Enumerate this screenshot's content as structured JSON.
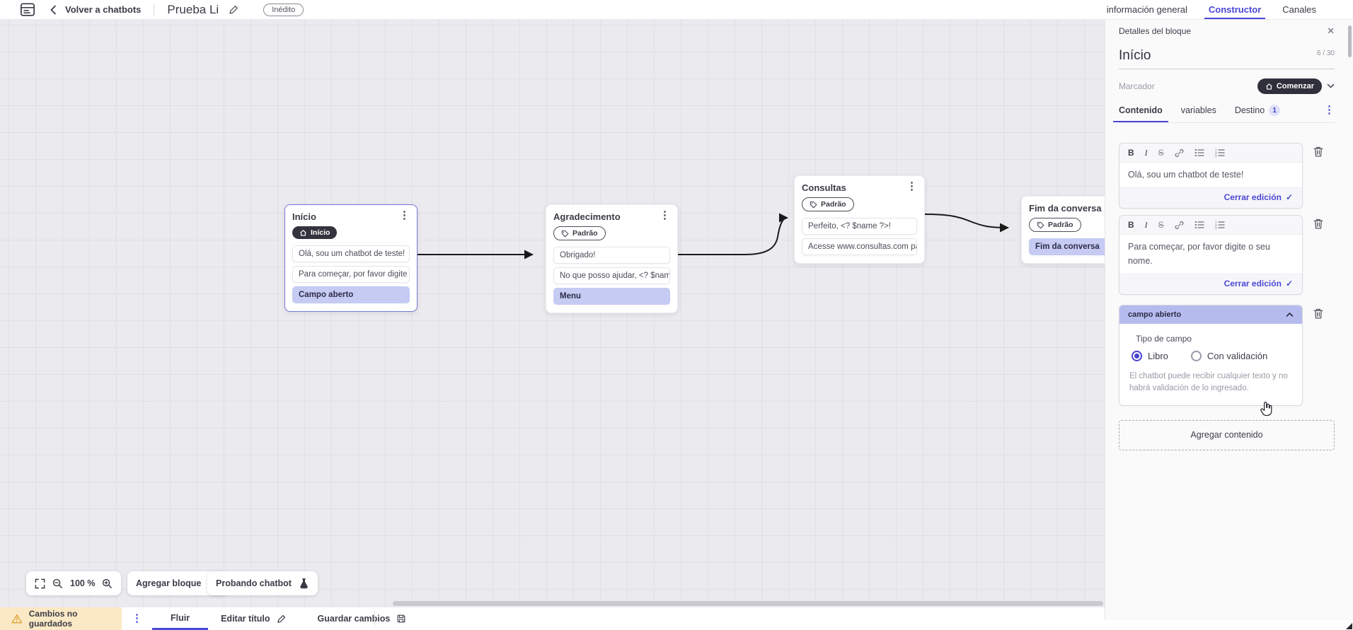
{
  "topbar": {
    "back_label": "Volver a chatbots",
    "title": "Prueba Li",
    "status_badge": "Inédito",
    "tabs": [
      {
        "label": "información general",
        "active": false
      },
      {
        "label": "Constructor",
        "active": true
      },
      {
        "label": "Canales",
        "active": false
      }
    ]
  },
  "canvas": {
    "zoom_level": "100 %",
    "add_block_label": "Agregar bloque",
    "test_chatbot_label": "Probando chatbot",
    "nodes": [
      {
        "title": "Início",
        "badge": "Início",
        "items": [
          {
            "text": "Olá, sou um chatbot de teste!",
            "highlight": false
          },
          {
            "text": "Para começar, por favor digite o ...",
            "highlight": false
          },
          {
            "text": "Campo aberto",
            "highlight": true
          }
        ]
      },
      {
        "title": "Agradecimento",
        "badge": "Padrão",
        "items": [
          {
            "text": "Obrigado!",
            "highlight": false
          },
          {
            "text": "No que posso ajudar, <? $name ...",
            "highlight": false
          },
          {
            "text": "Menu",
            "highlight": true
          }
        ]
      },
      {
        "title": "Consultas",
        "badge": "Padrão",
        "items": [
          {
            "text": "Perfeito, <? $name ?>!",
            "highlight": false
          },
          {
            "text": "Acesse www.consultas.com par...",
            "highlight": false
          }
        ]
      },
      {
        "title": "Fim da conversa",
        "badge": "Padrão",
        "items": [
          {
            "text": "Fim da conversa",
            "highlight": true
          }
        ]
      }
    ]
  },
  "panel": {
    "header": "Detalles del bloque",
    "block_name": "Início",
    "char_counter": "6 / 30",
    "marker_label": "Marcador",
    "marker_value": "Comenzar",
    "tabs": [
      {
        "label": "Contenido",
        "active": true
      },
      {
        "label": "variables",
        "active": false
      },
      {
        "label": "Destino",
        "active": false,
        "badge": "1"
      }
    ],
    "editors": [
      {
        "text": "Olá, sou um chatbot de teste!",
        "close_label": "Cerrar edición"
      },
      {
        "text": "Para começar, por favor digite o seu nome.",
        "close_label": "Cerrar edición"
      }
    ],
    "open_field": {
      "header": "campo abierto",
      "type_label": "Tipo de campo",
      "options": [
        {
          "label": "Libro",
          "selected": true
        },
        {
          "label": "Con validación",
          "selected": false
        }
      ],
      "helper": "El chatbot puede recibir cualquier texto y no habrá validación de lo ingresado."
    },
    "add_content_label": "Agregar contenido"
  },
  "bottombar": {
    "unsaved_label": "Cambios no guardados",
    "flow_tab": "Fluir",
    "edit_title_label": "Editar título",
    "save_label": "Guardar cambios"
  },
  "icons": {
    "kebab": "⋮",
    "close": "✕",
    "check": "✓",
    "bold": "B",
    "italic": "I",
    "strike": "S"
  },
  "colors": {
    "accent": "#4a48d4",
    "dark_badge": "#34343f",
    "node_highlight": "#c6cbf4",
    "open_field_header": "#b6bbee",
    "unsaved_bg": "#fbe9c6",
    "canvas_bg": "#ebeaee"
  }
}
